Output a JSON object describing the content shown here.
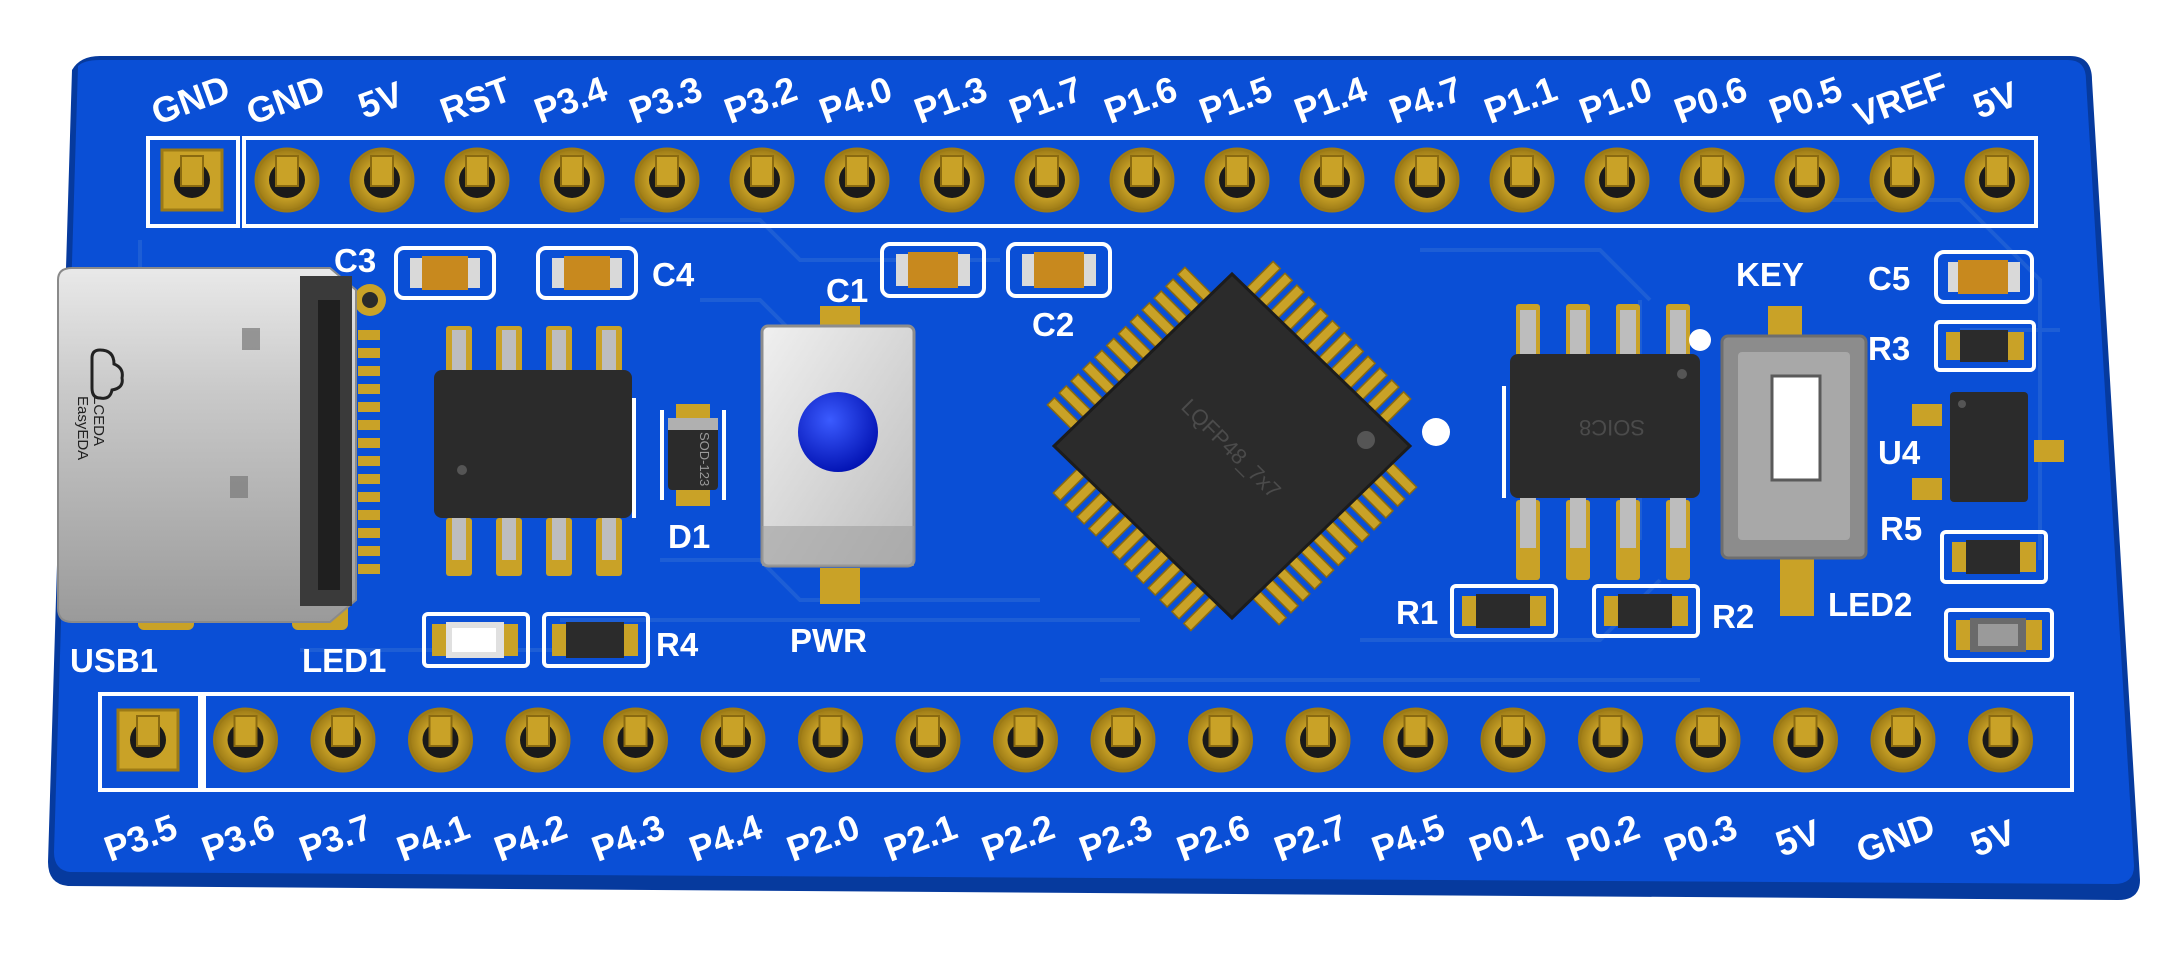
{
  "board": {
    "colors": {
      "pcb": "#0a4fd6",
      "pcb_edge": "#063a9e",
      "gold": "#c9a227",
      "silkscreen": "#ffffff",
      "ic_body": "#2b2b2b",
      "smd_body": "#c8891e",
      "button_cap": "#0a1fe6"
    },
    "top_header_labels": [
      "GND",
      "GND",
      "5V",
      "RST",
      "P3.4",
      "P3.3",
      "P3.2",
      "P4.0",
      "P1.3",
      "P1.7",
      "P1.6",
      "P1.5",
      "P1.4",
      "P4.7",
      "P1.1",
      "P1.0",
      "P0.6",
      "P0.5",
      "VREF",
      "5V"
    ],
    "bottom_header_labels": [
      "P3.5",
      "P3.6",
      "P3.7",
      "P4.1",
      "P4.2",
      "P4.3",
      "P4.4",
      "P2.0",
      "P2.1",
      "P2.2",
      "P2.3",
      "P2.6",
      "P2.7",
      "P4.5",
      "P0.1",
      "P0.2",
      "P0.3",
      "5V",
      "GND",
      "5V"
    ],
    "designators": {
      "c1": "C1",
      "c2": "C2",
      "c3": "C3",
      "c4": "C4",
      "c5": "C5",
      "d1": "D1",
      "r1": "R1",
      "r2": "R2",
      "r3": "R3",
      "r4": "R4",
      "r5": "R5",
      "u4": "U4",
      "usb1": "USB1",
      "led1": "LED1",
      "led2": "LED2",
      "pwr": "PWR",
      "key": "KEY"
    },
    "chip_markings": {
      "mcu": "LQFP48_7x7",
      "soic": "SOIC8",
      "diode": "SOD-123",
      "usb_logo_line1": "LCEDA",
      "usb_logo_line2": "EasyEDA"
    }
  }
}
